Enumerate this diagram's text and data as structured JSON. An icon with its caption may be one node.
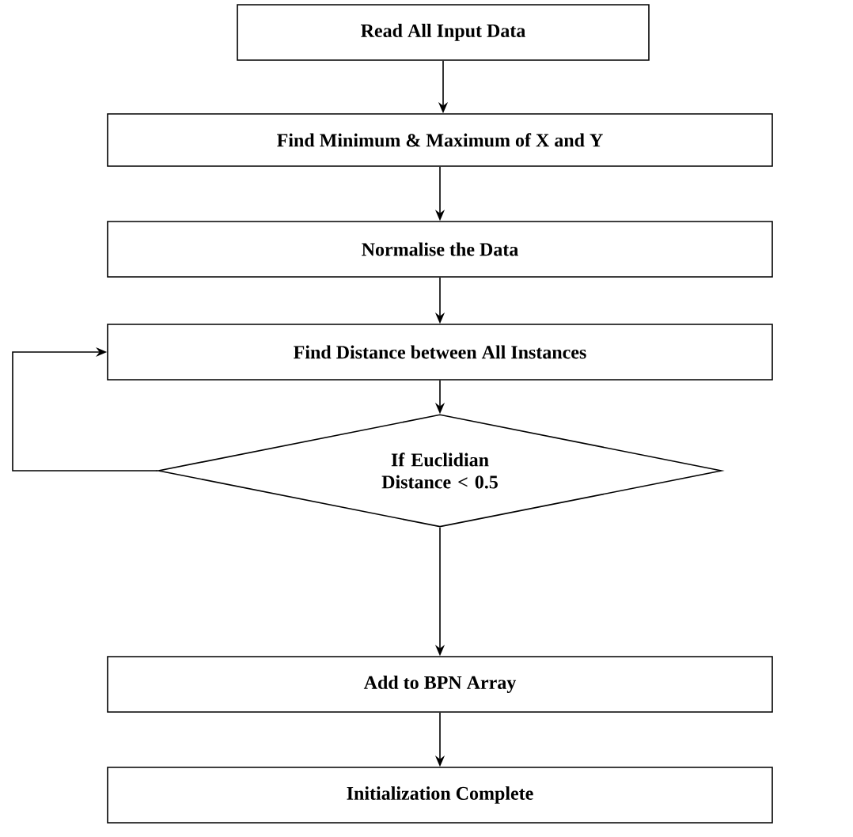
{
  "diagram": {
    "nodes": [
      {
        "text": [
          "Read All Input Data"
        ]
      },
      {
        "text": [
          "Find Minimum & Maximum of X and Y"
        ]
      },
      {
        "text": [
          "Normalise the Data"
        ]
      },
      {
        "text": [
          "Find Distance between All Instances"
        ]
      },
      {
        "text": [
          "If Euclidian Distance < 0.5"
        ]
      },
      {
        "text": [
          "Add to BPN Array"
        ]
      },
      {
        "text": [
          "Initialization Complete"
        ]
      }
    ],
    "edges": [
      {
        "from": 0,
        "to": 1,
        "arrow": "to"
      },
      {
        "from": 1,
        "to": 2,
        "arrow": "to"
      },
      {
        "from": 2,
        "to": 3,
        "arrow": "to"
      },
      {
        "from": 3,
        "to": 4,
        "arrow": "to"
      },
      {
        "from": 4,
        "to": 5,
        "arrow": "to"
      },
      {
        "from": 5,
        "to": 6,
        "arrow": "to"
      },
      {
        "from": 4,
        "to": 3,
        "arrow": "to"
      }
    ]
  }
}
